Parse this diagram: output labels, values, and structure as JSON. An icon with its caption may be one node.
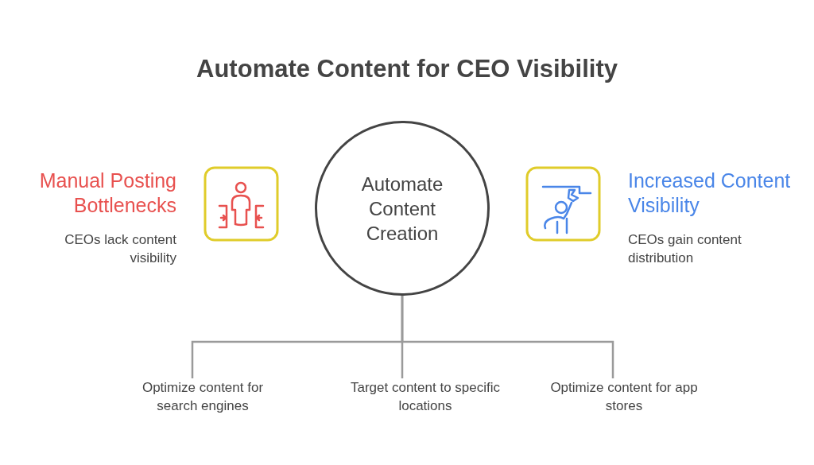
{
  "diagram": {
    "title": "Automate Content for CEO Visibility",
    "nodes": [
      {
        "text": [
          "Automate Content Creation"
        ]
      },
      {
        "text": [
          "Optimize content for search engines"
        ]
      },
      {
        "text": [
          "Target content to specific locations"
        ]
      },
      {
        "text": [
          "Optimize content for app stores"
        ]
      }
    ],
    "edges": [
      {
        "from": 0,
        "to": 1,
        "arrow": "none"
      },
      {
        "from": 0,
        "to": 2,
        "arrow": "none"
      },
      {
        "from": 0,
        "to": 3,
        "arrow": "none"
      }
    ],
    "labels": [
      "Manual Posting Bottlenecks",
      "CEOs lack content visibility",
      "Increased Content Visibility",
      "CEOs gain content distribution"
    ]
  }
}
